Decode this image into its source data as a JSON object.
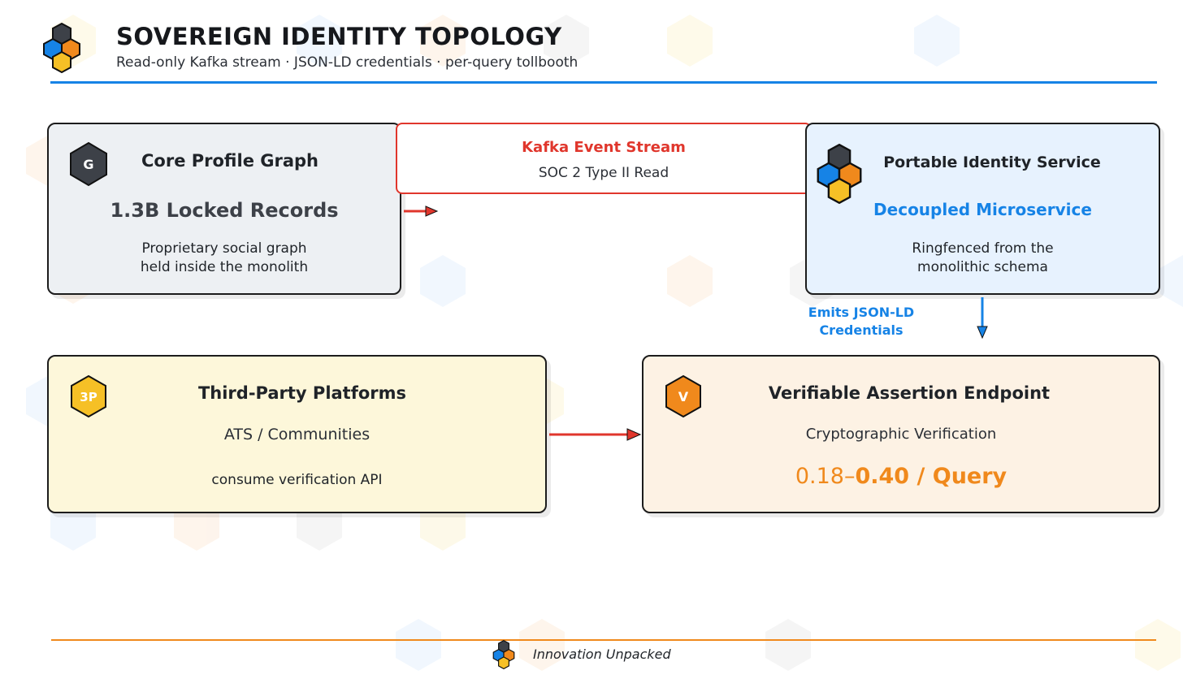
{
  "header": {
    "title": "SOVEREIGN IDENTITY TOPOLOGY",
    "subtitle": "Read-only Kafka stream · JSON-LD credentials · per-query tollbooth"
  },
  "nodes": {
    "core": {
      "badge": "G",
      "title": "Core Profile Graph",
      "metric": "1.3B Locked Records",
      "desc_line1": "Proprietary social graph",
      "desc_line2": "held inside the monolith"
    },
    "kafka": {
      "title": "Kafka Event Stream",
      "subtitle": "SOC 2 Type II Read"
    },
    "portable": {
      "title": "Portable Identity Service",
      "metric": "Decoupled Microservice",
      "desc_line1": "Ringfenced from the",
      "desc_line2": "monolithic schema"
    },
    "third_party": {
      "badge": "3P",
      "title": "Third-Party Platforms",
      "subtitle": "ATS / Communities",
      "desc": "consume verification API"
    },
    "verify": {
      "badge": "V",
      "title": "Verifiable Assertion Endpoint",
      "subtitle": "Cryptographic Verification",
      "price_light": "0.18–",
      "price_bold": "0.40 / Query"
    }
  },
  "edges": {
    "emits_label_line1": "Emits JSON-LD",
    "emits_label_line2": "Credentials"
  },
  "footer": {
    "brand": "Innovation Unpacked"
  },
  "colors": {
    "accent_blue": "#1683e6",
    "accent_red": "#e0362c",
    "accent_orange": "#f0891c",
    "accent_yellow": "#f6c026",
    "dark_slate": "#3d4148"
  }
}
